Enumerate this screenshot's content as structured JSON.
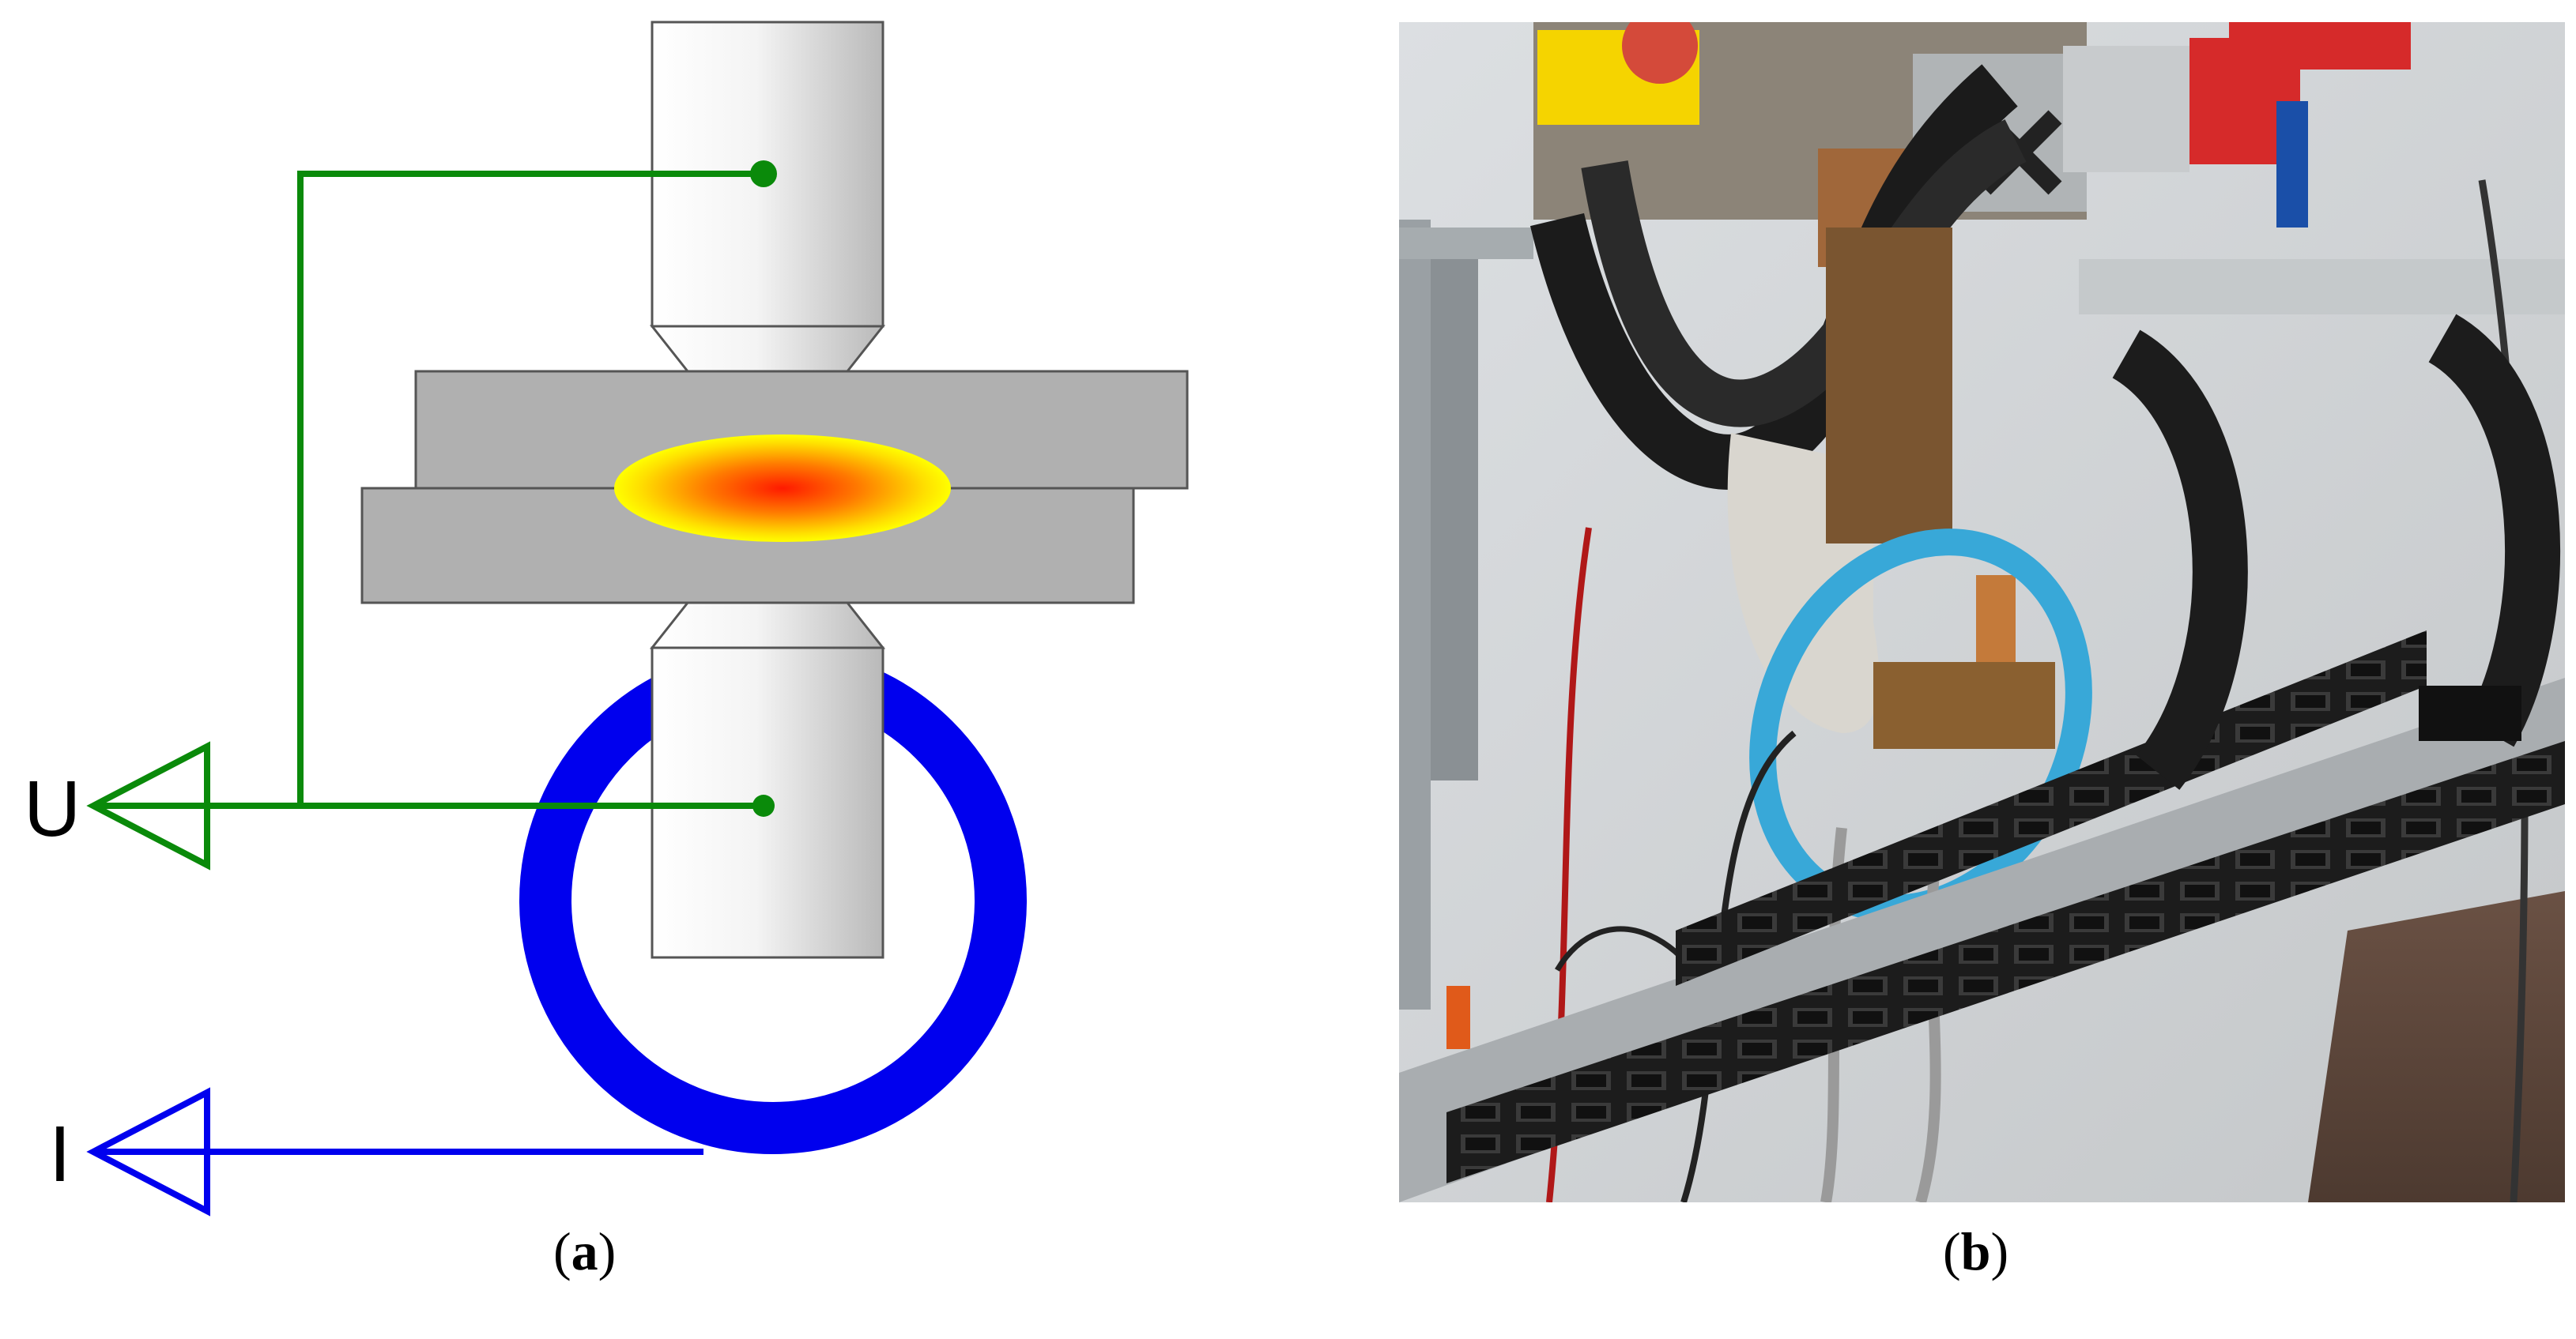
{
  "panel_a": {
    "voltage_label": "U",
    "current_label": "I",
    "caption_letter": "a",
    "colors": {
      "voltage": "#0a8a0a",
      "current": "#0000ee",
      "sheet": "#b0b0b0",
      "electrode": "#f0f0f0",
      "nugget_core": "#ff1a00",
      "nugget_edge": "#ffff00"
    }
  },
  "panel_b": {
    "caption_letter": "b",
    "description_icon": "welding-setup-photo"
  },
  "caption_open": "(",
  "caption_close": ")"
}
